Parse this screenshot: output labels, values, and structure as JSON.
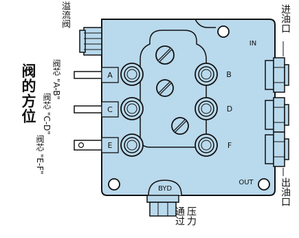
{
  "title": "阀的方位",
  "ports": {
    "relief": "溢流阀",
    "inlet": "进油口",
    "outlet": "出油口",
    "pressure_line1": "压力",
    "pressure_line2": "通过",
    "in_label": "IN",
    "out_label": "OUT",
    "byd_label": "BYD"
  },
  "spools": [
    {
      "line1": "阀芯",
      "line2": "\"A-B\""
    },
    {
      "line1": "阀芯",
      "line2": "\"C-D\""
    },
    {
      "line1": "阀芯",
      "line2": "\"E-F\""
    }
  ],
  "letters": {
    "a": "A",
    "b": "B",
    "c": "C",
    "d": "D",
    "e": "E",
    "f": "F"
  },
  "colors": {
    "body": "#b9d9ec",
    "stroke": "#111111",
    "bg": "#ffffff"
  }
}
